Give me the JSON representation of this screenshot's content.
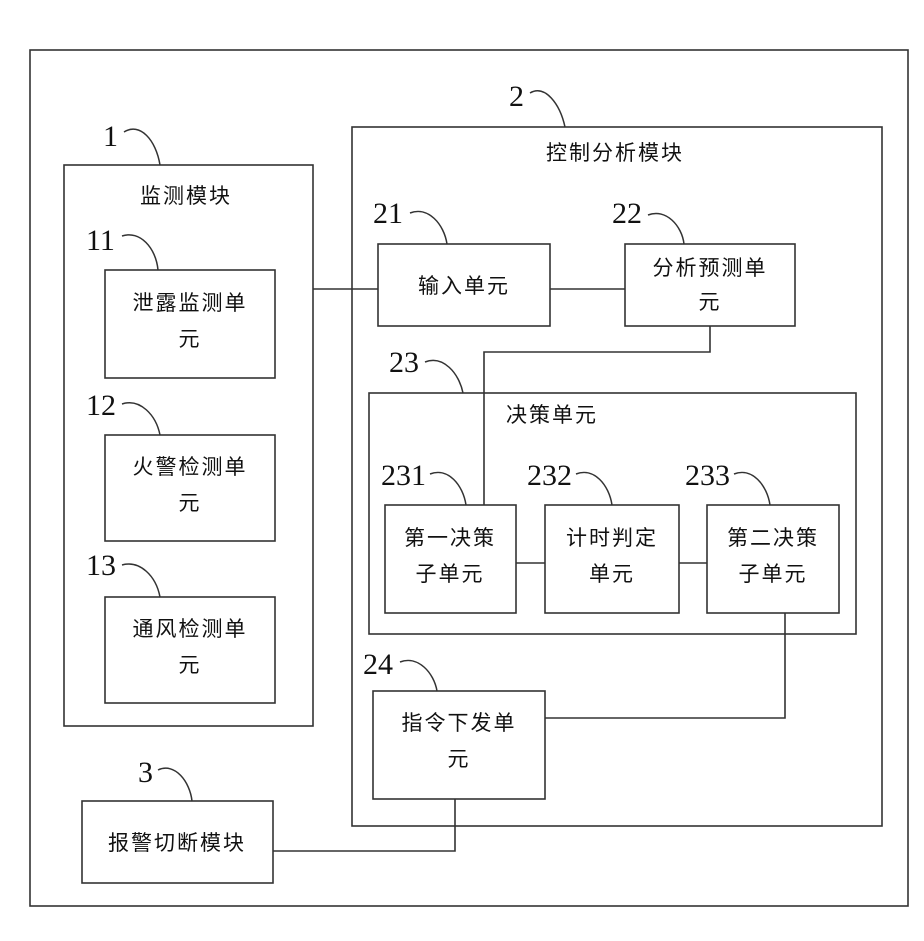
{
  "references": {
    "r1": "1",
    "r2": "2",
    "r3": "3",
    "r11": "11",
    "r12": "12",
    "r13": "13",
    "r21": "21",
    "r22": "22",
    "r23": "23",
    "r24": "24",
    "r231": "231",
    "r232": "232",
    "r233": "233"
  },
  "monitoring_module": {
    "title": "监测模块",
    "leak_unit": [
      "泄露监测单",
      "元"
    ],
    "fire_unit": [
      "火警检测单",
      "元"
    ],
    "vent_unit": [
      "通风检测单",
      "元"
    ]
  },
  "control_module": {
    "title": "控制分析模块",
    "input_unit": [
      "输入单元"
    ],
    "prediction_unit": [
      "分析预测单",
      "元"
    ],
    "decision_unit": {
      "title": "决策单元",
      "first_sub": [
        "第一决策",
        "子单元"
      ],
      "timer_sub": [
        "计时判定",
        "单元"
      ],
      "second_sub": [
        "第二决策",
        "子单元"
      ]
    },
    "command_unit": [
      "指令下发单",
      "元"
    ]
  },
  "alarm_module": {
    "label": [
      "报警切断模块"
    ]
  }
}
